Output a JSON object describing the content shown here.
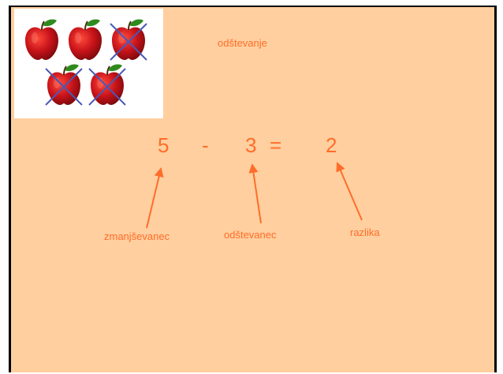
{
  "colors": {
    "accent": "#ff6d2a",
    "slide_bg": "#ffcf9f",
    "apple": "#b30f10",
    "leaf": "#2f8a1e",
    "cross": "#4a57b6"
  },
  "title": "odštevanje",
  "equation": {
    "minuend": "5",
    "minus": "-",
    "subtrahend": "3",
    "equals": "=",
    "difference": "2"
  },
  "labels": {
    "minuend": "zmanjševanec",
    "subtrahend": "odštevanec",
    "difference": "razlika"
  },
  "apples": [
    {
      "icon": "apple-icon",
      "crossed": false
    },
    {
      "icon": "apple-icon",
      "crossed": false
    },
    {
      "icon": "apple-icon",
      "crossed": true
    },
    {
      "icon": "apple-icon",
      "crossed": true
    },
    {
      "icon": "apple-icon",
      "crossed": true
    }
  ]
}
